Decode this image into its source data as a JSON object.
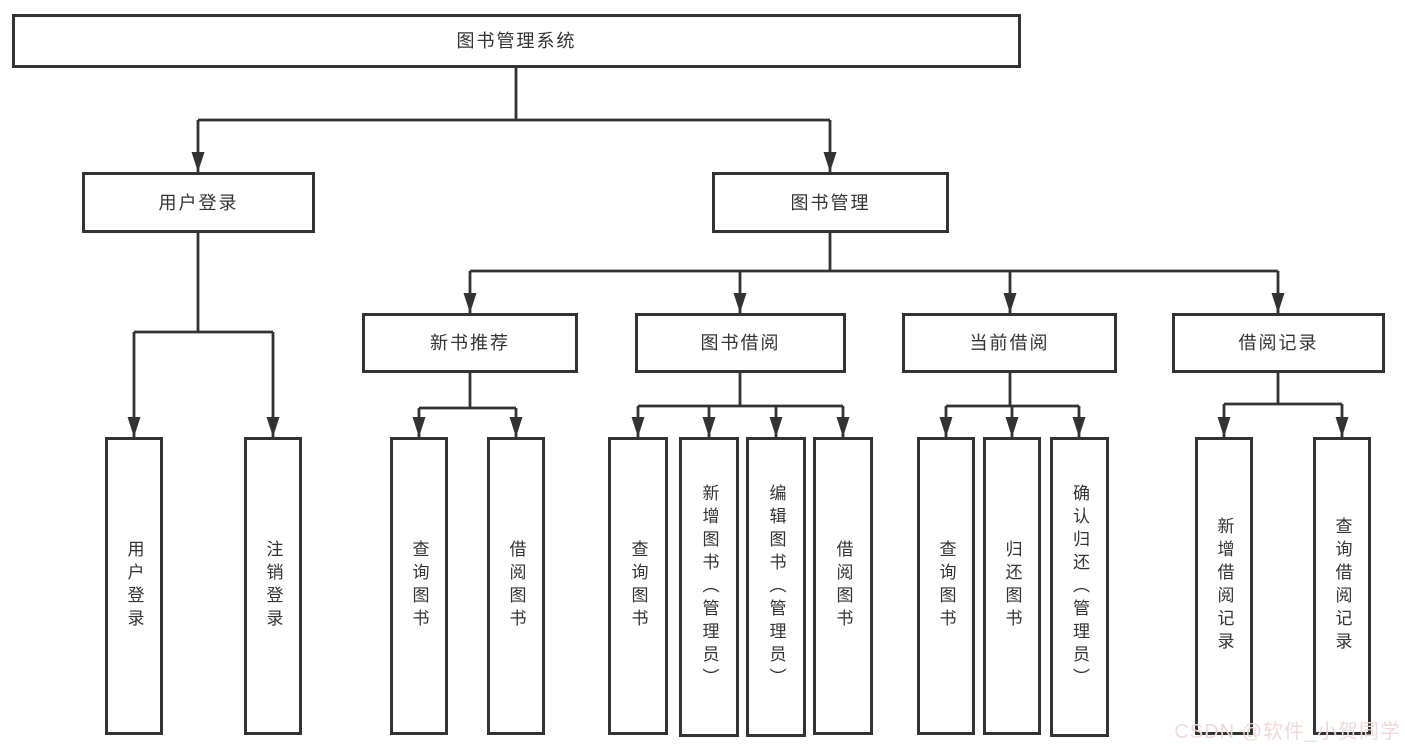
{
  "diagram": {
    "title": "图书管理系统",
    "colors": {
      "line": "#333333",
      "box_border": "#333333",
      "box_fill": "#ffffff",
      "text": "#333333",
      "watermark": "#f0d9d9"
    },
    "nodes": {
      "root": "图书管理系统",
      "user_login": "用户登录",
      "book_mgmt": "图书管理",
      "new_book_rec": "新书推荐",
      "book_borrow": "图书借阅",
      "current_borrow": "当前借阅",
      "borrow_record": "借阅记录",
      "leaf_login": "用户登录",
      "leaf_logout": "注销登录",
      "leaf_rec_query_book": "查询图书",
      "leaf_rec_borrow_book": "借阅图书",
      "leaf_bb_query_book": "查询图书",
      "leaf_bb_add_book": "新增图书（管理员）",
      "leaf_bb_edit_book": "编辑图书（管理员）",
      "leaf_bb_borrow_book": "借阅图书",
      "leaf_cur_query_book": "查询图书",
      "leaf_cur_return_book": "归还图书",
      "leaf_cur_confirm_return": "确认归还（管理员）",
      "leaf_hist_add_record": "新增借阅记录",
      "leaf_hist_query_record": "查询借阅记录"
    }
  },
  "watermark": {
    "text": "CSDN @软件_小贺同学"
  }
}
